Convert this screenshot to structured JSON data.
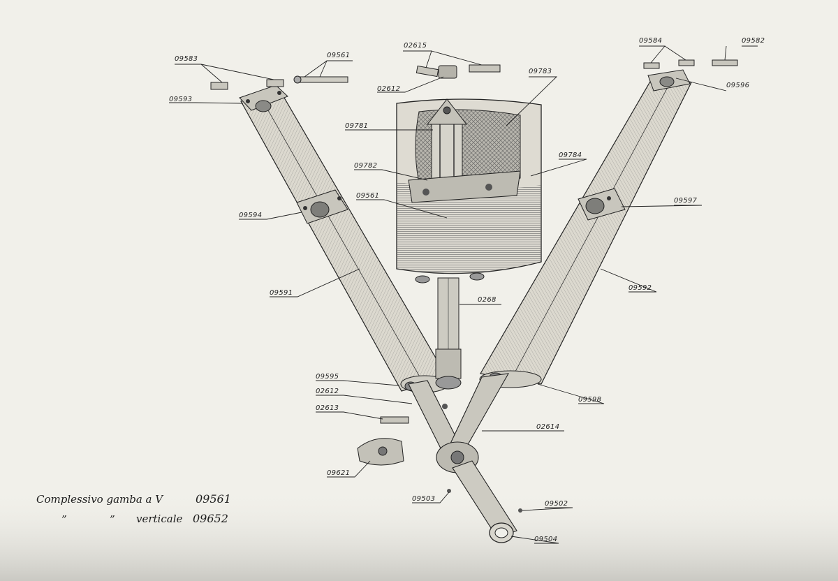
{
  "parts": {
    "p09583": "09583",
    "p09561_top": "09561",
    "p02615": "02615",
    "p02612_top": "02612",
    "p09783": "09783",
    "p09584": "09584",
    "p09582": "09582",
    "p09596": "09596",
    "p09593": "09593",
    "p09781": "09781",
    "p09782": "09782",
    "p09784": "09784",
    "p09561_mid": "09561",
    "p09594": "09594",
    "p09597": "09597",
    "p09591": "09591",
    "p09592": "09592",
    "p0268": "0268",
    "p09595": "09595",
    "p02612_low": "02612",
    "p02613": "02613",
    "p09598": "09598",
    "p02614": "02614",
    "p09621": "09621",
    "p09503": "09503",
    "p09502": "09502",
    "p09504": "09504"
  },
  "caption": {
    "line1_name": "Complessivo  gamba  a  V",
    "line1_code": "09561",
    "line2_ditto1": "”",
    "line2_ditto2": "”",
    "line2_name": "verticale",
    "line2_code": "09652"
  },
  "colors": {
    "ink": "#222222",
    "paper": "#f1f0ea",
    "strut_fill": "#d9d6cc",
    "hatch": "#6a6a66"
  }
}
